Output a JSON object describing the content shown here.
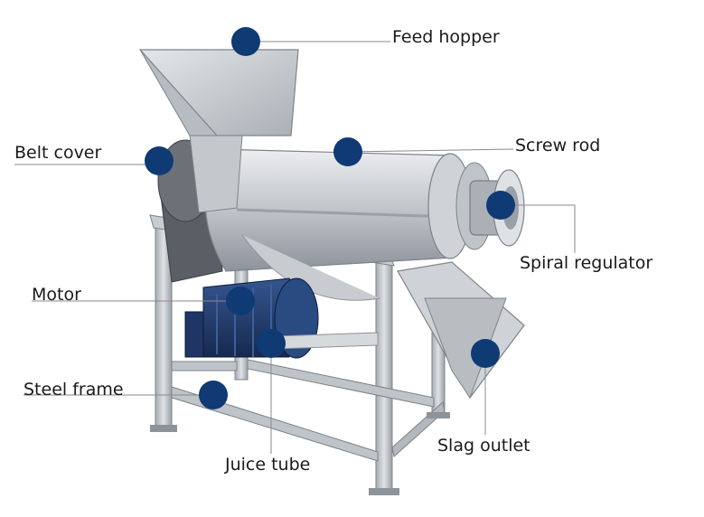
{
  "diagram": {
    "labels": {
      "feed_hopper": "Feed hopper",
      "screw_rod": "Screw rod",
      "belt_cover": "Belt cover",
      "spiral_regulator": "Spiral regulator",
      "motor": "Motor",
      "steel_frame": "Steel frame",
      "slag_outlet": "Slag outlet",
      "juice_tube": "Juice tube"
    },
    "colors": {
      "marker": "#0f3a73",
      "leader_line": "#8a8a8a",
      "steel_light": "#d6d9dc",
      "steel_mid": "#b3b8bd",
      "steel_dark": "#7d8389",
      "motor_blue": "#1f3c73",
      "label_text": "#1a1a1a"
    }
  }
}
